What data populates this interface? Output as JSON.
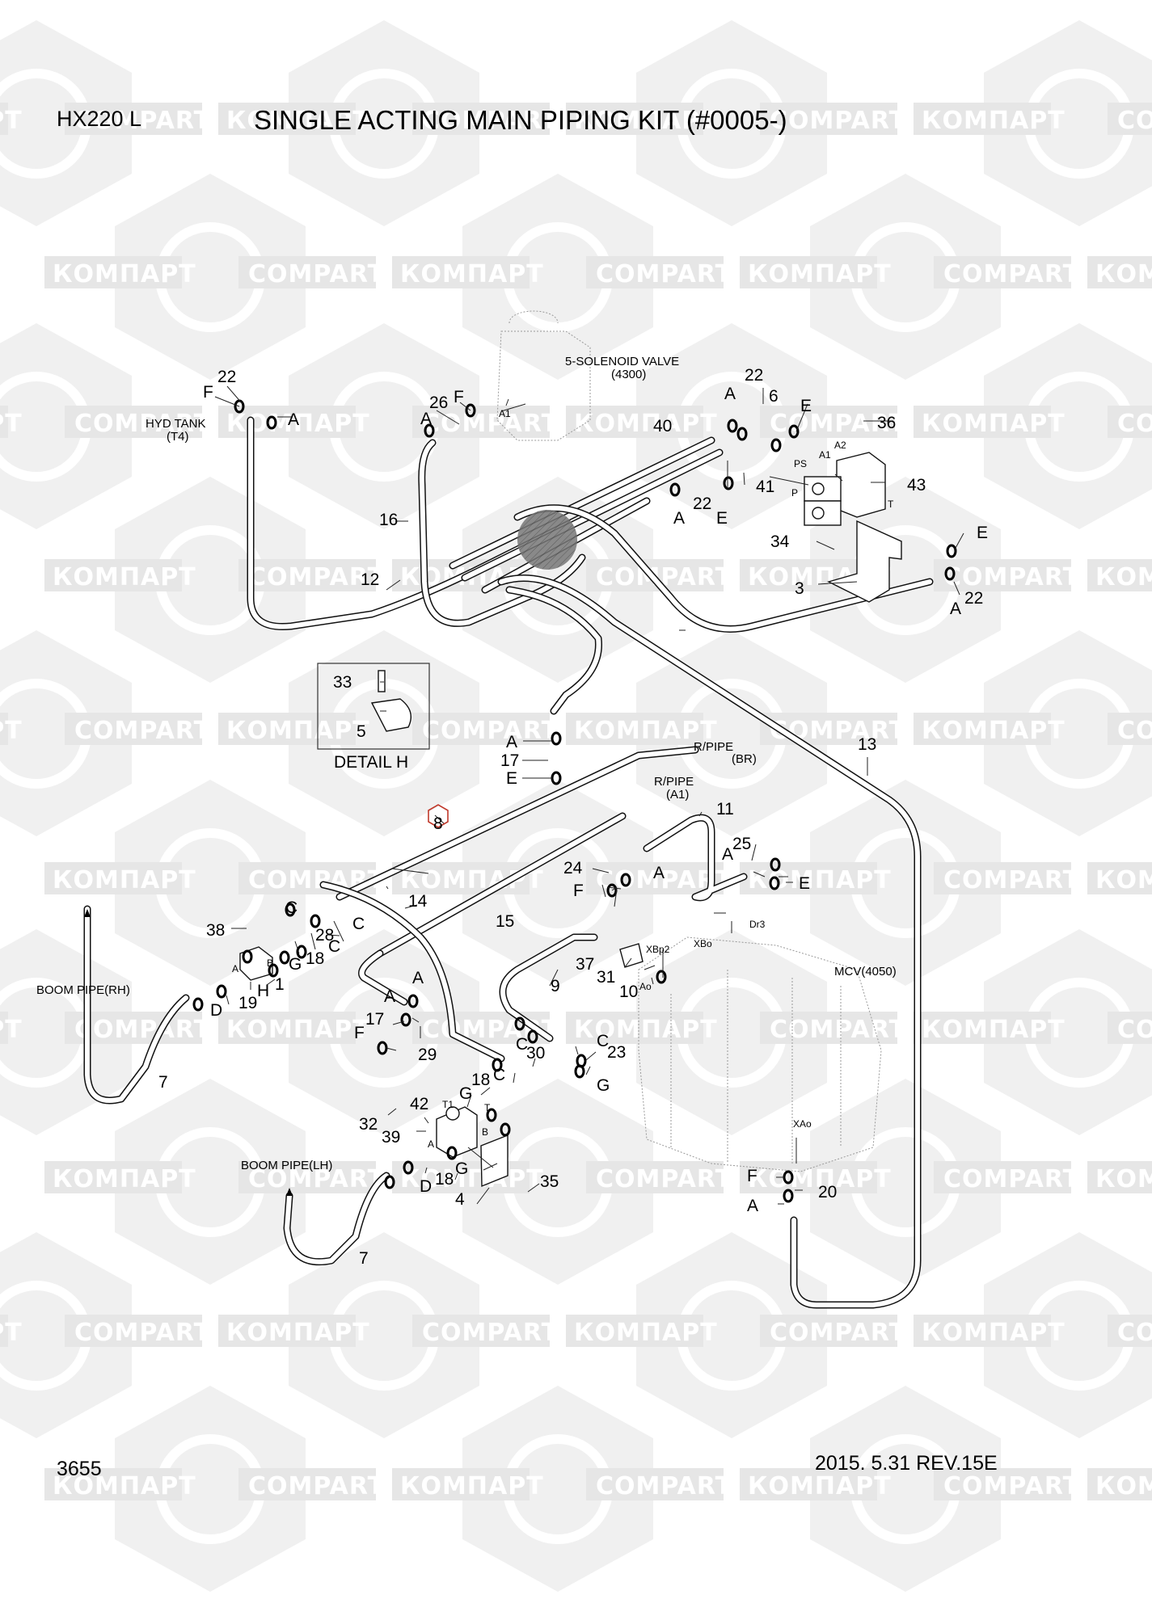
{
  "header": {
    "model": "HX220 L",
    "title": "SINGLE ACTING MAIN PIPING KIT (#0005-)"
  },
  "footer": {
    "page_number": "3655",
    "revision": "2015. 5.31  REV.15E"
  },
  "watermark": {
    "left_text": "КОМПАРТ",
    "right_text": "COMPART",
    "color": "#e6e6e6"
  },
  "diagram": {
    "components": {
      "solenoid_valve": "5-SOLENOID VALVE",
      "solenoid_valve_code": "(4300)",
      "hyd_tank": "HYD TANK",
      "hyd_tank_port": "(T4)",
      "mcv": "MCV(4050)",
      "rpipe_br": "R/PIPE",
      "rpipe_br_port": "(BR)",
      "rpipe_a1": "R/PIPE",
      "rpipe_a1_port": "(A1)",
      "boom_pipe_rh": "BOOM PIPE(RH)",
      "boom_pipe_lh": "BOOM PIPE(LH)",
      "detail_h": "DETAIL H",
      "detail_marker": "H"
    },
    "port_labels": {
      "a1_solenoid": "A1",
      "a2": "A2",
      "a1": "A1",
      "ps": "PS",
      "p": "P",
      "t": "T",
      "port_a_block1": "A",
      "port_b_block1": "B",
      "xbp2": "XBp2",
      "xbo": "XBo",
      "dr3": "Dr3",
      "ao": "Ao",
      "xao": "XAo",
      "t1": "T1",
      "t_block42": "T",
      "b_block42": "B",
      "a_block42": "A"
    },
    "callouts": {
      "p22a": "22",
      "fa": "F",
      "aa": "A",
      "p26": "26",
      "fb": "F",
      "ab": "A",
      "p40": "40",
      "ac": "A",
      "p22b": "22",
      "p6": "6",
      "ec": "E",
      "p36": "36",
      "p41": "41",
      "p43": "43",
      "ad": "A",
      "p22c": "22",
      "ed": "E",
      "p16": "16",
      "p12": "12",
      "p34": "34",
      "p3": "3",
      "ee": "E",
      "af": "A",
      "p22d": "22",
      "p33": "33",
      "p5": "5",
      "ag": "A",
      "p17a": "17",
      "eg": "E",
      "p13": "13",
      "p8": "8",
      "p11": "11",
      "p25": "25",
      "ah": "A",
      "eh": "E",
      "p24": "24",
      "ai": "A",
      "fi": "F",
      "p14": "14",
      "p15": "15",
      "cj": "C",
      "p38": "38",
      "p28": "28",
      "ck": "C",
      "cl": "C",
      "p18a": "18",
      "gj": "G",
      "p1": "1",
      "hj": "H",
      "p19": "19",
      "dj": "D",
      "p7a": "7",
      "p7b": "7",
      "p37": "37",
      "p31": "31",
      "p10": "10",
      "p9": "9",
      "am": "A",
      "an": "A",
      "p17b": "17",
      "fm": "F",
      "p29": "29",
      "cm": "C",
      "p30": "30",
      "cn": "C",
      "p23": "23",
      "gm": "G",
      "p18b": "18",
      "co": "C",
      "go": "G",
      "p42": "42",
      "p32": "32",
      "p39": "39",
      "p18c": "18",
      "gp": "G",
      "dp": "D",
      "p4": "4",
      "p35": "35",
      "fq": "F",
      "p20": "20",
      "aq": "A"
    }
  }
}
